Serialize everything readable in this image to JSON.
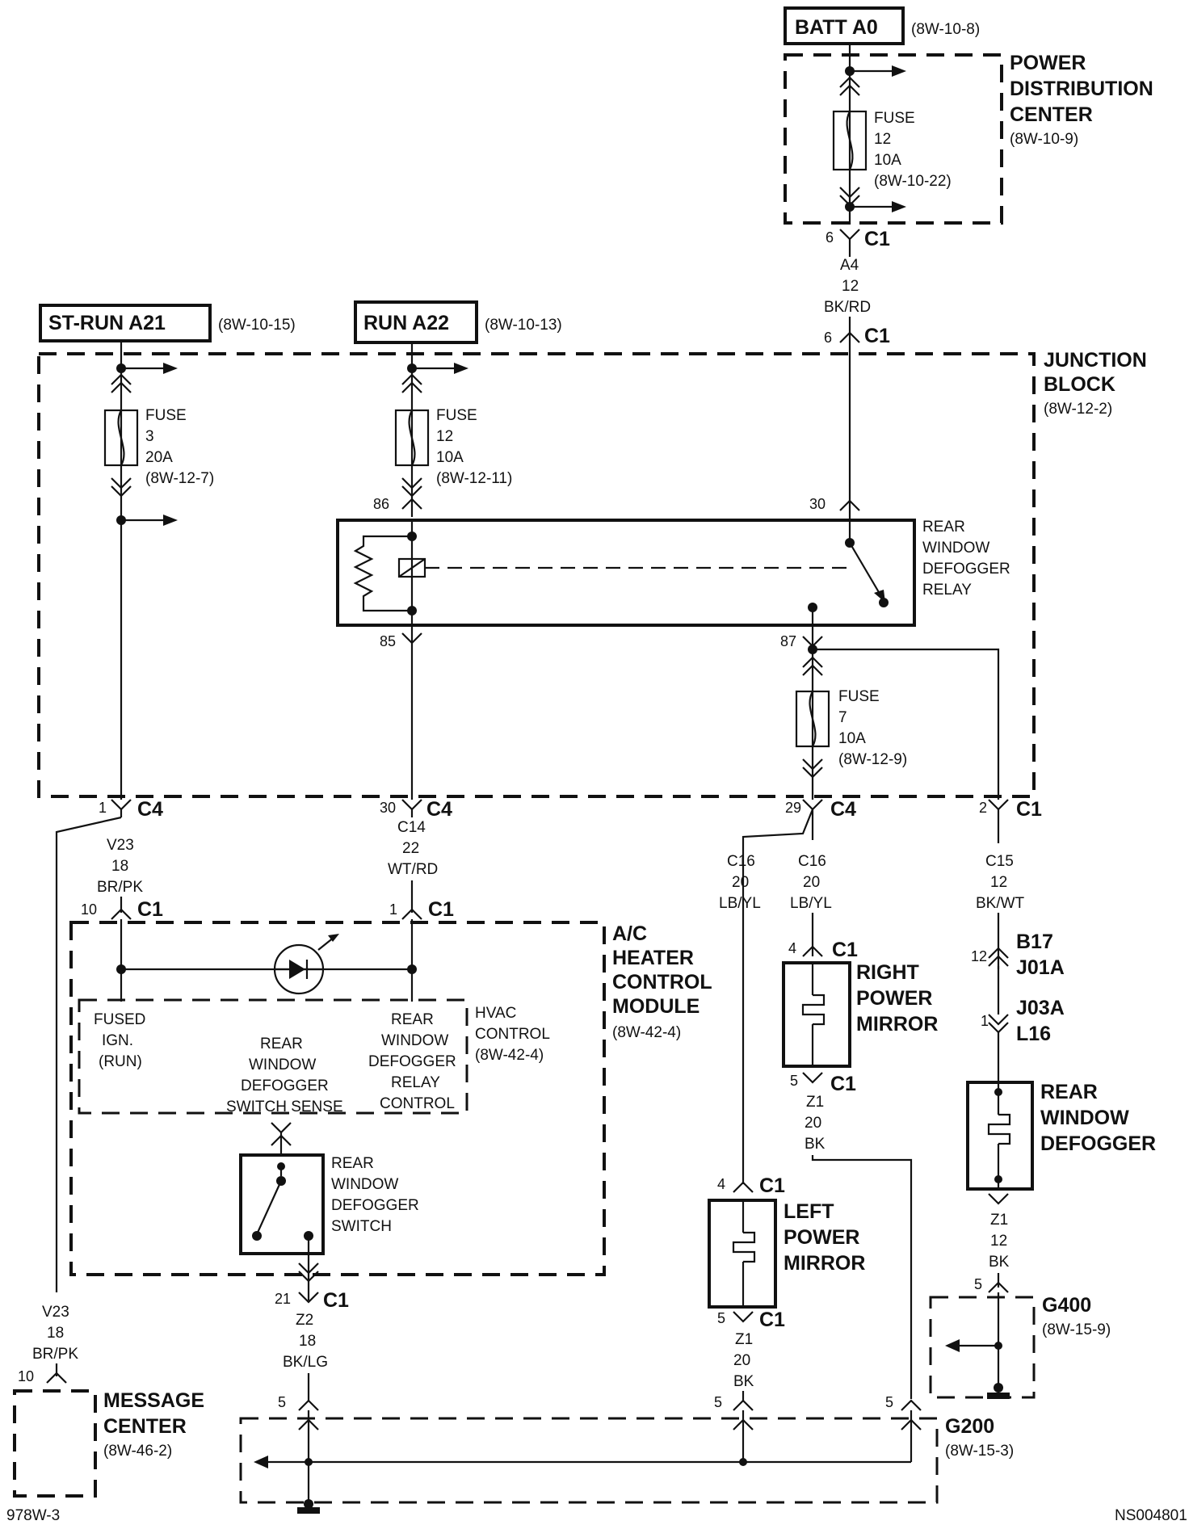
{
  "sources": [
    {
      "name": "BATT A0",
      "ref": "(8W-10-8)"
    },
    {
      "name": "ST-RUN A21",
      "ref": "(8W-10-15)"
    },
    {
      "name": "RUN A22",
      "ref": "(8W-10-13)"
    }
  ],
  "pdc": {
    "title": [
      "POWER",
      "DISTRIBUTION",
      "CENTER"
    ],
    "ref": "(8W-10-9)",
    "fuse": [
      "FUSE",
      "12",
      "10A",
      "(8W-10-22)"
    ]
  },
  "jb": {
    "title": [
      "JUNCTION",
      "BLOCK"
    ],
    "ref": "(8W-12-2)",
    "fuse3": [
      "FUSE",
      "3",
      "20A",
      "(8W-12-7)"
    ],
    "fuse12": [
      "FUSE",
      "12",
      "10A",
      "(8W-12-11)"
    ],
    "fuse7": [
      "FUSE",
      "7",
      "10A",
      "(8W-12-9)"
    ],
    "relay": [
      "REAR",
      "WINDOW",
      "DEFOGGER",
      "RELAY"
    ],
    "pins": {
      "p86": "86",
      "p85": "85",
      "p30": "30",
      "p87": "87"
    }
  },
  "wires": {
    "a4": [
      "A4",
      "12",
      "BK/RD"
    ],
    "v23": [
      "V23",
      "18",
      "BR/PK"
    ],
    "c14": [
      "C14",
      "22",
      "WT/RD"
    ],
    "c16a": [
      "C16",
      "20",
      "LB/YL"
    ],
    "c16b": [
      "C16",
      "20",
      "LB/YL"
    ],
    "c15": [
      "C15",
      "12",
      "BK/WT"
    ],
    "z2": [
      "Z2",
      "18",
      "BK/LG"
    ],
    "z1_left": [
      "Z1",
      "20",
      "BK"
    ],
    "z1_right": [
      "Z1",
      "20",
      "BK"
    ],
    "z1_defog": [
      "Z1",
      "12",
      "BK"
    ],
    "v23_low": [
      "V23",
      "18",
      "BR/PK"
    ]
  },
  "connectors": {
    "pdc_out": {
      "pin": "6",
      "name": "C1"
    },
    "jb_in": {
      "pin": "6",
      "name": "C1"
    },
    "c4_1": {
      "pin": "1",
      "name": "C4"
    },
    "c4_30": {
      "pin": "30",
      "name": "C4"
    },
    "c4_29": {
      "pin": "29",
      "name": "C4"
    },
    "c1_2": {
      "pin": "2",
      "name": "C1"
    },
    "ac_10": {
      "pin": "10",
      "name": "C1"
    },
    "ac_1": {
      "pin": "1",
      "name": "C1"
    },
    "ac_21": {
      "pin": "21",
      "name": "C1"
    },
    "rpm_4": {
      "pin": "4",
      "name": "C1"
    },
    "rpm_5": {
      "pin": "5",
      "name": "C1"
    },
    "lpm_4": {
      "pin": "4",
      "name": "C1"
    },
    "lpm_5": {
      "pin": "5",
      "name": "C1"
    },
    "b17_12": {
      "pin": "12",
      "name": [
        "B17",
        "J01A"
      ]
    },
    "j03a_1": {
      "pin": "1",
      "name": [
        "J03A",
        "L16"
      ]
    },
    "mc_10": {
      "pin": "10"
    },
    "g200_5a": {
      "pin": "5"
    },
    "g200_5b": {
      "pin": "5"
    },
    "g200_5c": {
      "pin": "5"
    },
    "g400_5": {
      "pin": "5"
    }
  },
  "ac_module": {
    "title": [
      "A/C",
      "HEATER",
      "CONTROL",
      "MODULE"
    ],
    "ref": "(8W-42-4)",
    "hvac": [
      "HVAC",
      "CONTROL",
      "(8W-42-4)"
    ],
    "fused": [
      "FUSED",
      "IGN.",
      "(RUN)"
    ],
    "sense": [
      "REAR",
      "WINDOW",
      "DEFOGGER",
      "SWITCH SENSE"
    ],
    "relayctl": [
      "REAR",
      "WINDOW",
      "DEFOGGER",
      "RELAY",
      "CONTROL"
    ],
    "switch": [
      "REAR",
      "WINDOW",
      "DEFOGGER",
      "SWITCH"
    ]
  },
  "components": {
    "right_mirror": [
      "RIGHT",
      "POWER",
      "MIRROR"
    ],
    "left_mirror": [
      "LEFT",
      "POWER",
      "MIRROR"
    ],
    "defogger": [
      "REAR",
      "WINDOW",
      "DEFOGGER"
    ],
    "message_center": [
      "MESSAGE",
      "CENTER"
    ],
    "message_center_ref": "(8W-46-2)"
  },
  "grounds": {
    "g400": {
      "name": "G400",
      "ref": "(8W-15-9)"
    },
    "g200": {
      "name": "G200",
      "ref": "(8W-15-3)"
    }
  },
  "footer": {
    "left": "978W-3",
    "right": "NS004801"
  }
}
